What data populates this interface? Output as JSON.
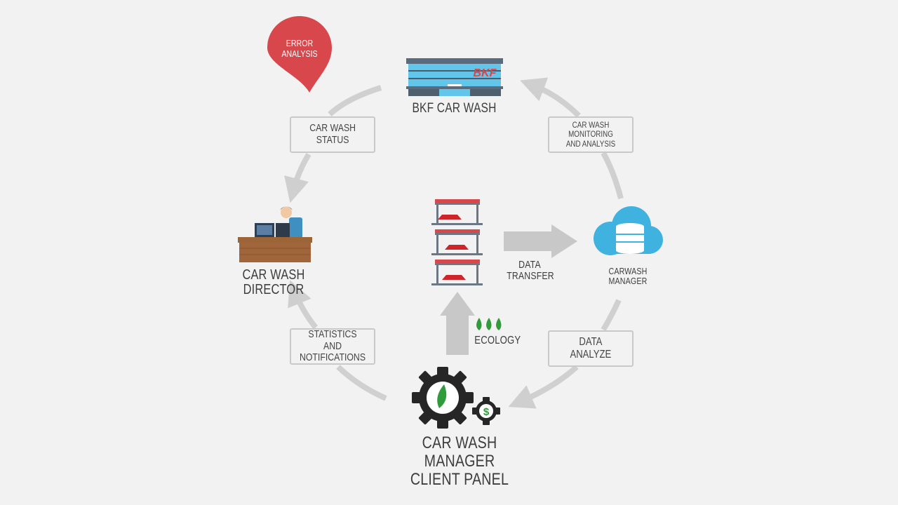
{
  "error_pin": {
    "text": "ERROR\nANALYSIS"
  },
  "nodes": {
    "car_wash": "BKF CAR WASH",
    "director": "CAR WASH DIRECTOR",
    "cloud_manager": "CARWASH\nMANAGER",
    "client_panel": "CAR WASH MANAGER\nCLIENT PANEL"
  },
  "flows": {
    "status": "CAR WASH\nSTATUS",
    "monitoring": "CAR WASH MONITORING\nAND ANALYSIS",
    "analyze": "DATA\nANALYZE",
    "statistics": "STATISTICS AND\nNOTIFICATIONS"
  },
  "center": {
    "transfer": "DATA\nTRANSFER",
    "ecology": "ECOLOGY"
  },
  "logo": {
    "text": "BKF"
  },
  "colors": {
    "accent_red": "#d8474c",
    "cloud_blue": "#3fb2e0",
    "leaf_green": "#2f9b3a",
    "arrow_gray": "#cfcfcf",
    "desk_brown": "#a0653a"
  }
}
